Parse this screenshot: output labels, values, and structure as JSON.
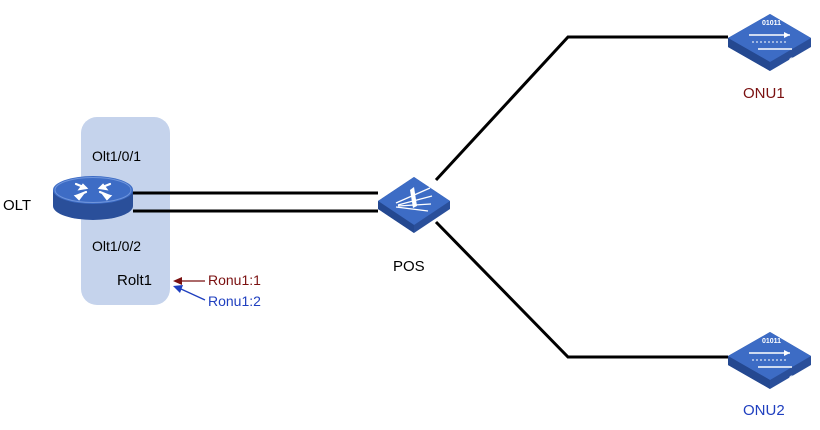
{
  "olt": {
    "label": "OLT",
    "port_top": "Olt1/0/1",
    "port_bottom": "Olt1/0/2",
    "interface": "Rolt1"
  },
  "pos": {
    "label": "POS"
  },
  "onu1": {
    "label": "ONU1",
    "label_color": "#7a1010",
    "badge_text": "01011",
    "badge_tag": "ONU"
  },
  "onu2": {
    "label": "ONU2",
    "label_color": "#1f3fbf",
    "badge_text": "01011",
    "badge_tag": "ONU"
  },
  "arrows": {
    "ronu1_1": {
      "label": "Ronu1:1",
      "color": "#7a1010"
    },
    "ronu1_2": {
      "label": "Ronu1:2",
      "color": "#1f3fbf"
    }
  },
  "colors": {
    "olt_group_fill": "#c5d3ec",
    "device_blue": "#3d6cc5",
    "device_dark": "#2a4f9a",
    "link": "#000000"
  }
}
